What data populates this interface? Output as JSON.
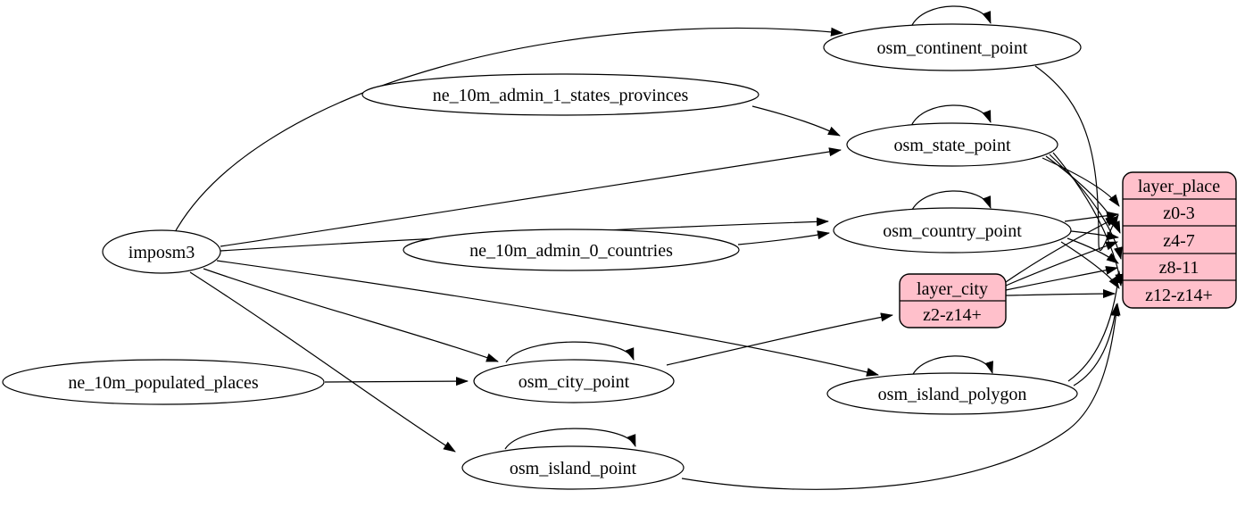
{
  "diagram": {
    "type": "etl-graph",
    "colors": {
      "record_fill": "#ffc0cb",
      "node_fill": "#ffffff",
      "edge": "#000000",
      "text": "#000000",
      "background": "#ffffff"
    },
    "nodes": {
      "imposm3": {
        "label": "imposm3",
        "shape": "ellipse"
      },
      "ne_10m_admin_1_states_provinces": {
        "label": "ne_10m_admin_1_states_provinces",
        "shape": "ellipse"
      },
      "ne_10m_admin_0_countries": {
        "label": "ne_10m_admin_0_countries",
        "shape": "ellipse"
      },
      "ne_10m_populated_places": {
        "label": "ne_10m_populated_places",
        "shape": "ellipse"
      },
      "osm_continent_point": {
        "label": "osm_continent_point",
        "shape": "ellipse",
        "self_loop": true
      },
      "osm_state_point": {
        "label": "osm_state_point",
        "shape": "ellipse",
        "self_loop": true
      },
      "osm_country_point": {
        "label": "osm_country_point",
        "shape": "ellipse",
        "self_loop": true
      },
      "osm_city_point": {
        "label": "osm_city_point",
        "shape": "ellipse",
        "self_loop": true
      },
      "osm_island_polygon": {
        "label": "osm_island_polygon",
        "shape": "ellipse",
        "self_loop": true
      },
      "osm_island_point": {
        "label": "osm_island_point",
        "shape": "ellipse",
        "self_loop": true
      },
      "layer_city": {
        "label": "layer_city",
        "shape": "record",
        "rows": [
          "z2-z14+"
        ]
      },
      "layer_place": {
        "label": "layer_place",
        "shape": "record",
        "rows": [
          "z0-3",
          "z4-7",
          "z8-11",
          "z12-z14+"
        ]
      }
    },
    "edges": [
      {
        "from": "imposm3",
        "to": "osm_continent_point"
      },
      {
        "from": "imposm3",
        "to": "osm_state_point"
      },
      {
        "from": "imposm3",
        "to": "osm_country_point"
      },
      {
        "from": "imposm3",
        "to": "osm_city_point"
      },
      {
        "from": "imposm3",
        "to": "osm_island_polygon"
      },
      {
        "from": "imposm3",
        "to": "osm_island_point"
      },
      {
        "from": "ne_10m_admin_1_states_provinces",
        "to": "osm_state_point"
      },
      {
        "from": "ne_10m_admin_0_countries",
        "to": "osm_country_point"
      },
      {
        "from": "ne_10m_populated_places",
        "to": "osm_city_point"
      },
      {
        "from": "osm_continent_point",
        "to": "osm_continent_point"
      },
      {
        "from": "osm_state_point",
        "to": "osm_state_point"
      },
      {
        "from": "osm_country_point",
        "to": "osm_country_point"
      },
      {
        "from": "osm_city_point",
        "to": "osm_city_point"
      },
      {
        "from": "osm_island_polygon",
        "to": "osm_island_polygon"
      },
      {
        "from": "osm_island_point",
        "to": "osm_island_point"
      },
      {
        "from": "osm_continent_point",
        "to": "layer_place:z0-3"
      },
      {
        "from": "osm_state_point",
        "to": "layer_place:z0-3"
      },
      {
        "from": "osm_state_point",
        "to": "layer_place:z4-7"
      },
      {
        "from": "osm_state_point",
        "to": "layer_place:z8-11"
      },
      {
        "from": "osm_state_point",
        "to": "layer_place:z12-z14+"
      },
      {
        "from": "osm_country_point",
        "to": "layer_place:z0-3"
      },
      {
        "from": "osm_country_point",
        "to": "layer_place:z4-7"
      },
      {
        "from": "osm_country_point",
        "to": "layer_place:z8-11"
      },
      {
        "from": "osm_country_point",
        "to": "layer_place:z12-z14+"
      },
      {
        "from": "osm_city_point",
        "to": "layer_city:z2-z14+"
      },
      {
        "from": "layer_city",
        "to": "layer_place:z0-3"
      },
      {
        "from": "layer_city",
        "to": "layer_place:z4-7"
      },
      {
        "from": "layer_city",
        "to": "layer_place:z8-11"
      },
      {
        "from": "layer_city",
        "to": "layer_place:z12-z14+"
      },
      {
        "from": "osm_island_polygon",
        "to": "layer_place:z8-11"
      },
      {
        "from": "osm_island_polygon",
        "to": "layer_place:z12-z14+"
      },
      {
        "from": "osm_island_point",
        "to": "layer_place:z12-z14+"
      }
    ]
  }
}
